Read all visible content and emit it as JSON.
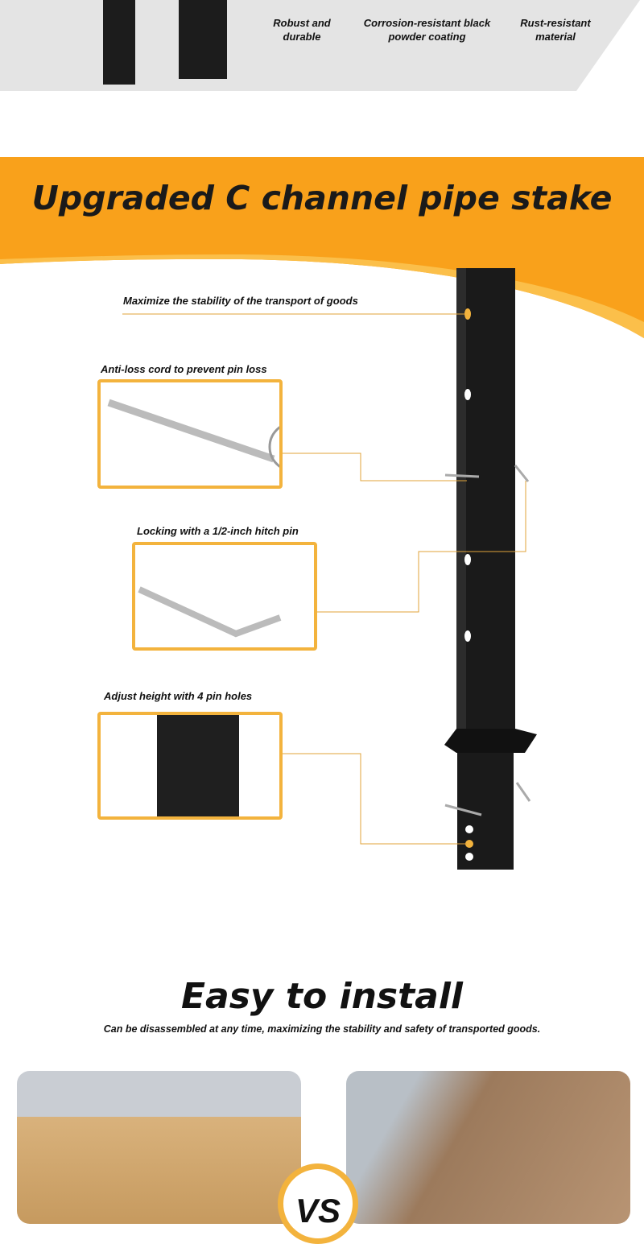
{
  "features": [
    "Robust and durable",
    "Corrosion-resistant black powder coating",
    "Rust-resistant material"
  ],
  "banner": {
    "title": "Upgraded C channel pipe stake"
  },
  "callouts": [
    {
      "label": "Maximize the stability of the transport of goods"
    },
    {
      "label": "Anti-loss cord to prevent pin loss"
    },
    {
      "label": "Locking with a 1/2-inch hitch pin"
    },
    {
      "label": "Adjust height with 4 pin holes"
    }
  ],
  "install": {
    "title": "Easy to install",
    "subtitle": "Can be disassembled at any time, maximizing the stability and safety of transported goods.",
    "vs": "VS"
  },
  "colors": {
    "orange": "#f9a11b",
    "gold": "#f3b33d",
    "gray": "#e4e4e4"
  }
}
